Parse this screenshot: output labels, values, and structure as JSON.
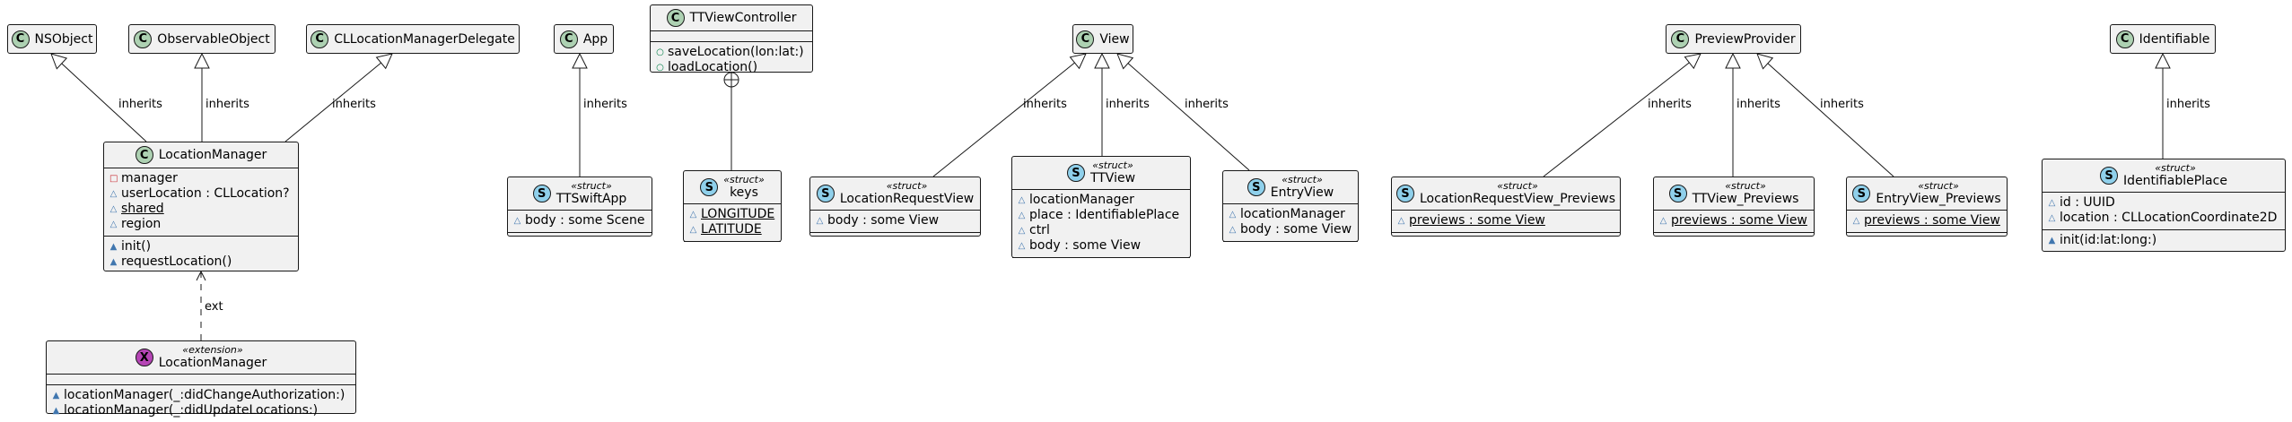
{
  "colors": {
    "node_fill": "#F1F1F1",
    "border": "#181818",
    "class_glyph": "#ADD1B2",
    "struct_glyph": "#8FD0EB",
    "extension_glyph": "#B545B5",
    "package_visibility": "#4177AF",
    "private_visibility": "#C82930",
    "public_visibility": "#038048"
  },
  "nodes": {
    "nsobject": {
      "glyph": "C",
      "name": "NSObject"
    },
    "observableobject": {
      "glyph": "C",
      "name": "ObservableObject"
    },
    "cllocationmanagerdelegate": {
      "glyph": "C",
      "name": "CLLocationManagerDelegate"
    },
    "app": {
      "glyph": "C",
      "name": "App"
    },
    "ttviewcontroller": {
      "glyph": "C",
      "name": "TTViewController",
      "methods": [
        {
          "vis": "public",
          "text": "saveLocation(lon:lat:)"
        },
        {
          "vis": "public",
          "text": "loadLocation()"
        }
      ]
    },
    "view": {
      "glyph": "C",
      "name": "View"
    },
    "previewprovider": {
      "glyph": "C",
      "name": "PreviewProvider"
    },
    "identifiable": {
      "glyph": "C",
      "name": "Identifiable"
    },
    "locationmanager": {
      "glyph": "C",
      "name": "LocationManager",
      "fields": [
        {
          "vis": "private",
          "text": "manager"
        },
        {
          "vis": "package",
          "text": "userLocation : CLLocation?"
        },
        {
          "vis": "package",
          "text": "shared",
          "static": true
        },
        {
          "vis": "package",
          "text": "region"
        }
      ],
      "methods": [
        {
          "vis": "package-method",
          "text": "init()"
        },
        {
          "vis": "package-method",
          "text": "requestLocation()"
        }
      ]
    },
    "locationmanager_ext": {
      "glyph": "X",
      "stereotype": "«extension»",
      "name": "LocationManager",
      "methods": [
        {
          "vis": "package-method",
          "text": "locationManager(_:didChangeAuthorization:)"
        },
        {
          "vis": "package-method",
          "text": "locationManager(_:didUpdateLocations:)"
        }
      ]
    },
    "ttswiftapp": {
      "glyph": "S",
      "stereotype": "«struct»",
      "name": "TTSwiftApp",
      "fields": [
        {
          "vis": "package",
          "text": "body : some Scene"
        }
      ]
    },
    "keys": {
      "glyph": "S",
      "stereotype": "«struct»",
      "name": "keys",
      "fields": [
        {
          "vis": "package",
          "text": "LONGITUDE",
          "static": true
        },
        {
          "vis": "package",
          "text": "LATITUDE",
          "static": true
        }
      ]
    },
    "locationrequestview": {
      "glyph": "S",
      "stereotype": "«struct»",
      "name": "LocationRequestView",
      "fields": [
        {
          "vis": "package",
          "text": "body : some View"
        }
      ]
    },
    "ttview": {
      "glyph": "S",
      "stereotype": "«struct»",
      "name": "TTView",
      "fields": [
        {
          "vis": "package",
          "text": "locationManager"
        },
        {
          "vis": "package",
          "text": "place : IdentifiablePlace"
        },
        {
          "vis": "package",
          "text": "ctrl"
        },
        {
          "vis": "package",
          "text": "body : some View"
        }
      ]
    },
    "entryview": {
      "glyph": "S",
      "stereotype": "«struct»",
      "name": "EntryView",
      "fields": [
        {
          "vis": "package",
          "text": "locationManager"
        },
        {
          "vis": "package",
          "text": "body : some View"
        }
      ]
    },
    "locationrequestview_previews": {
      "glyph": "S",
      "stereotype": "«struct»",
      "name": "LocationRequestView_Previews",
      "fields": [
        {
          "vis": "package",
          "text": "previews : some View",
          "static": true
        }
      ]
    },
    "ttview_previews": {
      "glyph": "S",
      "stereotype": "«struct»",
      "name": "TTView_Previews",
      "fields": [
        {
          "vis": "package",
          "text": "previews : some View",
          "static": true
        }
      ]
    },
    "entryview_previews": {
      "glyph": "S",
      "stereotype": "«struct»",
      "name": "EntryView_Previews",
      "fields": [
        {
          "vis": "package",
          "text": "previews : some View",
          "static": true
        }
      ]
    },
    "identifiableplace": {
      "glyph": "S",
      "stereotype": "«struct»",
      "name": "IdentifiablePlace",
      "fields": [
        {
          "vis": "package",
          "text": "id : UUID"
        },
        {
          "vis": "package",
          "text": "location : CLLocationCoordinate2D"
        }
      ],
      "methods": [
        {
          "vis": "package-method",
          "text": "init(id:lat:long:)"
        }
      ]
    }
  },
  "edges": [
    {
      "from": "locationmanager",
      "to": "nsobject",
      "type": "inherits",
      "label": "inherits"
    },
    {
      "from": "locationmanager",
      "to": "observableobject",
      "type": "inherits",
      "label": "inherits"
    },
    {
      "from": "locationmanager",
      "to": "cllocationmanagerdelegate",
      "type": "inherits",
      "label": "inherits"
    },
    {
      "from": "locationmanager_ext",
      "to": "locationmanager",
      "type": "extension",
      "label": "ext"
    },
    {
      "from": "ttswiftapp",
      "to": "app",
      "type": "inherits",
      "label": "inherits"
    },
    {
      "from": "keys",
      "to": "ttviewcontroller",
      "type": "nested",
      "label": ""
    },
    {
      "from": "locationrequestview",
      "to": "view",
      "type": "inherits",
      "label": "inherits"
    },
    {
      "from": "ttview",
      "to": "view",
      "type": "inherits",
      "label": "inherits"
    },
    {
      "from": "entryview",
      "to": "view",
      "type": "inherits",
      "label": "inherits"
    },
    {
      "from": "locationrequestview_previews",
      "to": "previewprovider",
      "type": "inherits",
      "label": "inherits"
    },
    {
      "from": "ttview_previews",
      "to": "previewprovider",
      "type": "inherits",
      "label": "inherits"
    },
    {
      "from": "entryview_previews",
      "to": "previewprovider",
      "type": "inherits",
      "label": "inherits"
    },
    {
      "from": "identifiableplace",
      "to": "identifiable",
      "type": "inherits",
      "label": "inherits"
    }
  ]
}
